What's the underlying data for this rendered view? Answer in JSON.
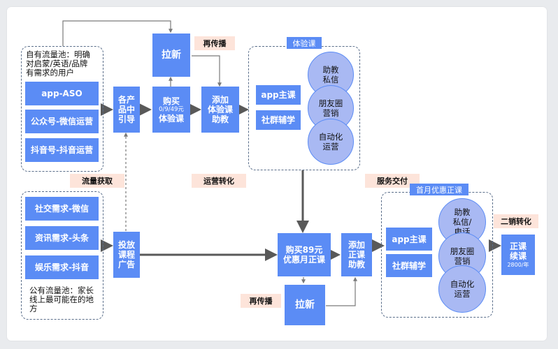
{
  "left_top": {
    "note": "自有流量池：明确\n对启蒙/英语/品牌\n有需求的用户",
    "channels": [
      "app-ASO",
      "公众号-微信运营",
      "抖音号-抖音运营"
    ]
  },
  "left_bottom": {
    "channels": [
      "社交需求-微信",
      "资讯需求-头条",
      "娱乐需求-抖音"
    ],
    "note": "公有流量池：家长\n线上最可能在的地\n方"
  },
  "labels": {
    "traffic": "流量获取",
    "ops": "运营转化",
    "service": "服务交付",
    "resale": "二销转化",
    "respread_top": "再传播",
    "respread_bottom": "再传播"
  },
  "nodes": {
    "guide": "各产\n品中\n引导",
    "ad": "投放\n课程\n广告",
    "lachin_top": "拉新",
    "buy_trial": "购买",
    "buy_trial_price": "0/9/49元",
    "buy_trial_sub": "体验课",
    "add_trial": "添加\n体验课\n助教",
    "buy_formal": "购买89元\n优惠月正课",
    "add_formal": "添加\n正课\n助教",
    "lachin_bottom": "拉新",
    "renew": "正课\n续课",
    "renew_price": "2800/年"
  },
  "trial_group": {
    "title": "体验课",
    "main": "app主课",
    "community": "社群辅学",
    "circles": [
      "助教\n私信",
      "朋友圈\n营销",
      "自动化\n运营"
    ]
  },
  "formal_group": {
    "title": "首月优惠正课",
    "main": "app主课",
    "community": "社群辅学",
    "circles": [
      "助教\n私信/\n电话",
      "朋友圈\n营销",
      "自动化\n运营"
    ]
  }
}
